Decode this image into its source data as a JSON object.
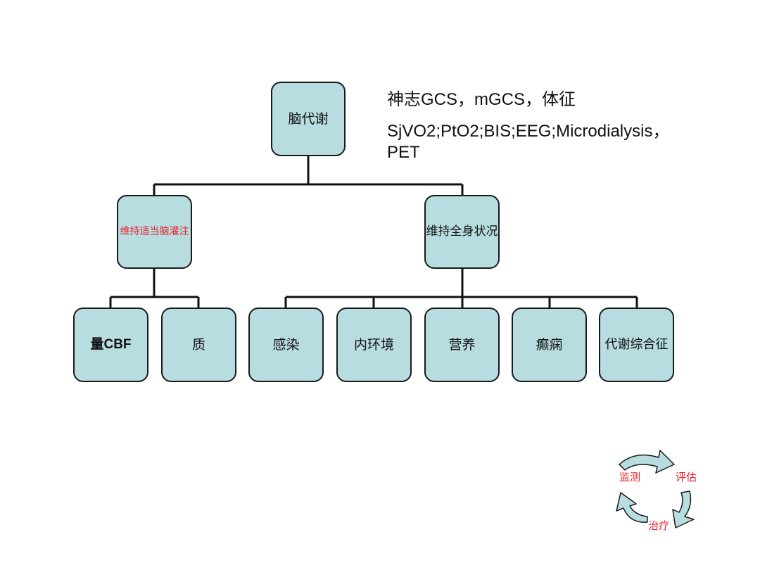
{
  "diagram": {
    "root": {
      "label": "脑代谢"
    },
    "branches": [
      {
        "label": "维持适当脑灌注",
        "color": "#e8202a",
        "children": [
          "量CBF",
          "质"
        ]
      },
      {
        "label": "维持全身状况",
        "children": [
          "感染",
          "内环境",
          "营养",
          "癫痫",
          "代谢综合征"
        ]
      }
    ],
    "annotations": {
      "line1": "神志GCS，mGCS，体征",
      "line2": "SjVO2;PtO2;BIS;EEG;Microdialysis，PET"
    },
    "cycle": {
      "monitor": "监测",
      "assess": "评估",
      "treat": "治疗"
    }
  },
  "colors": {
    "node_fill": "#b8dde0",
    "node_border": "#1a1a1a",
    "accent_red": "#e8202a",
    "arrow_fill": "#b8dde0"
  }
}
